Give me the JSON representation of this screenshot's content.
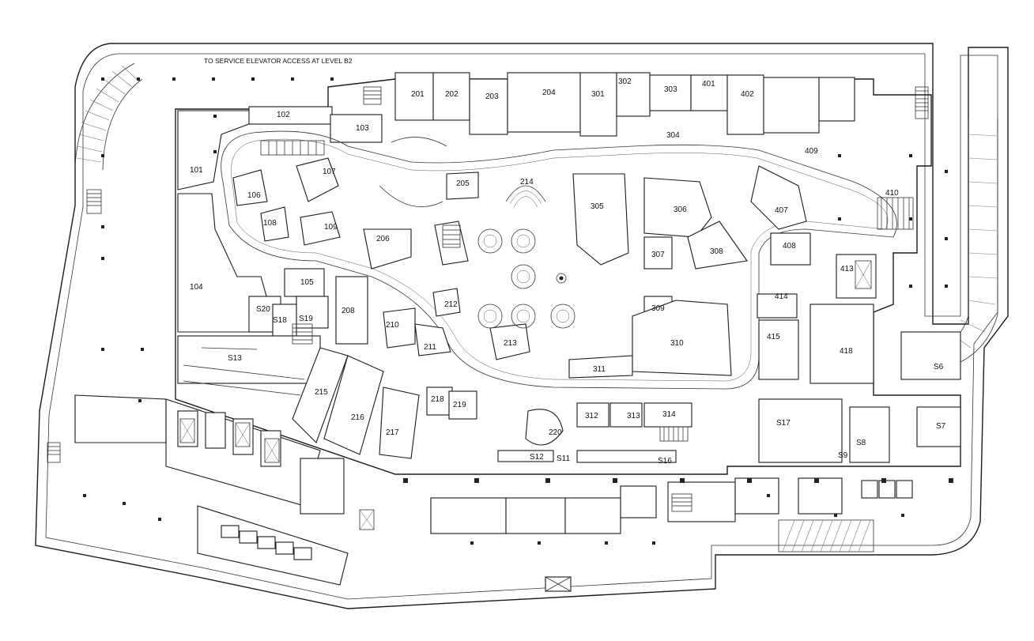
{
  "plan": {
    "note": "TO SERVICE ELEVATOR ACCESS AT LEVEL B2",
    "units": [
      "101",
      "102",
      "103",
      "104",
      "105",
      "106",
      "107",
      "108",
      "109",
      "201",
      "202",
      "203",
      "204",
      "205",
      "206",
      "208",
      "210",
      "211",
      "212",
      "213",
      "214",
      "215",
      "216",
      "217",
      "218",
      "219",
      "220",
      "301",
      "302",
      "303",
      "304",
      "305",
      "306",
      "307",
      "308",
      "309",
      "310",
      "311",
      "312",
      "313",
      "314",
      "401",
      "402",
      "407",
      "408",
      "409",
      "410",
      "413",
      "414",
      "415",
      "418",
      "S6",
      "S7",
      "S8",
      "S9",
      "S11",
      "S12",
      "S13",
      "S16",
      "S17",
      "S18",
      "S19",
      "S20"
    ]
  }
}
